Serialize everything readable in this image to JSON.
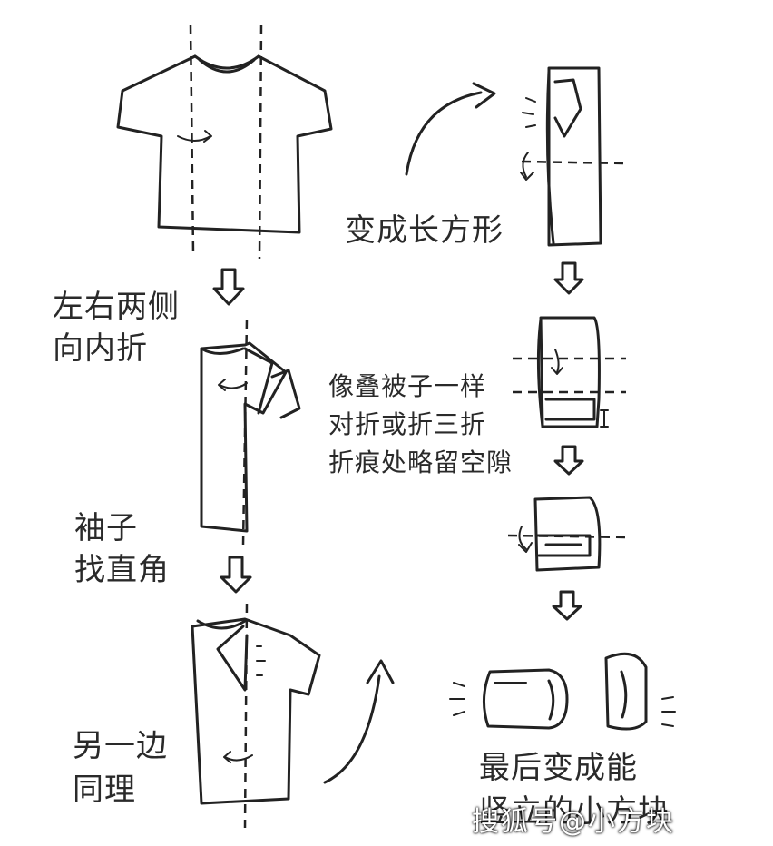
{
  "labels": {
    "step_to_rectangle": "变成长方形",
    "fold_sides_line1": "左右两侧",
    "fold_sides_line2": "向内折",
    "fold_like_quilt_line1": "像叠被子一样",
    "fold_like_quilt_line2": "对折或折三折",
    "fold_like_quilt_line3": "折痕处略留空隙",
    "sleeve_line1": "袖子",
    "sleeve_line2": "找直角",
    "other_side_line1": "另一边",
    "other_side_line2": "同理",
    "final_line1": "最后变成能",
    "final_line2": "竖立的小方块"
  },
  "watermark": "搜狐号@小方块"
}
